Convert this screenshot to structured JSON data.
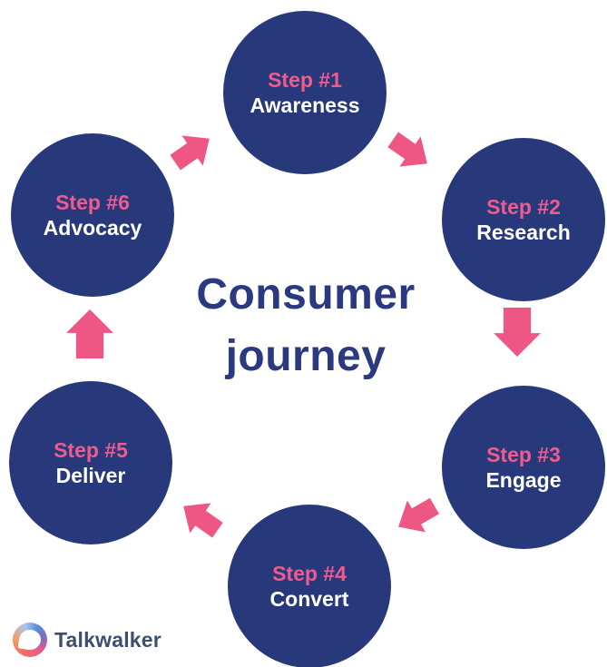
{
  "title": {
    "line1": "Consumer",
    "line2": "journey"
  },
  "steps": [
    {
      "number": "Step #1",
      "label": "Awareness",
      "position": "top"
    },
    {
      "number": "Step #2",
      "label": "Research",
      "position": "upper-right"
    },
    {
      "number": "Step #3",
      "label": "Engage",
      "position": "lower-right"
    },
    {
      "number": "Step #4",
      "label": "Convert",
      "position": "bottom"
    },
    {
      "number": "Step #5",
      "label": "Deliver",
      "position": "lower-left"
    },
    {
      "number": "Step #6",
      "label": "Advocacy",
      "position": "upper-left"
    }
  ],
  "arrows": [
    {
      "from": "Step #1",
      "to": "Step #2",
      "direction": "down-right"
    },
    {
      "from": "Step #2",
      "to": "Step #3",
      "direction": "down"
    },
    {
      "from": "Step #3",
      "to": "Step #4",
      "direction": "down-left"
    },
    {
      "from": "Step #4",
      "to": "Step #5",
      "direction": "up-left"
    },
    {
      "from": "Step #5",
      "to": "Step #6",
      "direction": "up"
    },
    {
      "from": "Step #6",
      "to": "Step #1",
      "direction": "up-right"
    }
  ],
  "footer": {
    "logo_text": "Talkwalker"
  },
  "colors": {
    "navy": "#27397A",
    "title": "#2B3A80",
    "pink": "#EE5684",
    "step-number": "#EF5B8D",
    "logo-text": "#3E4E72"
  }
}
